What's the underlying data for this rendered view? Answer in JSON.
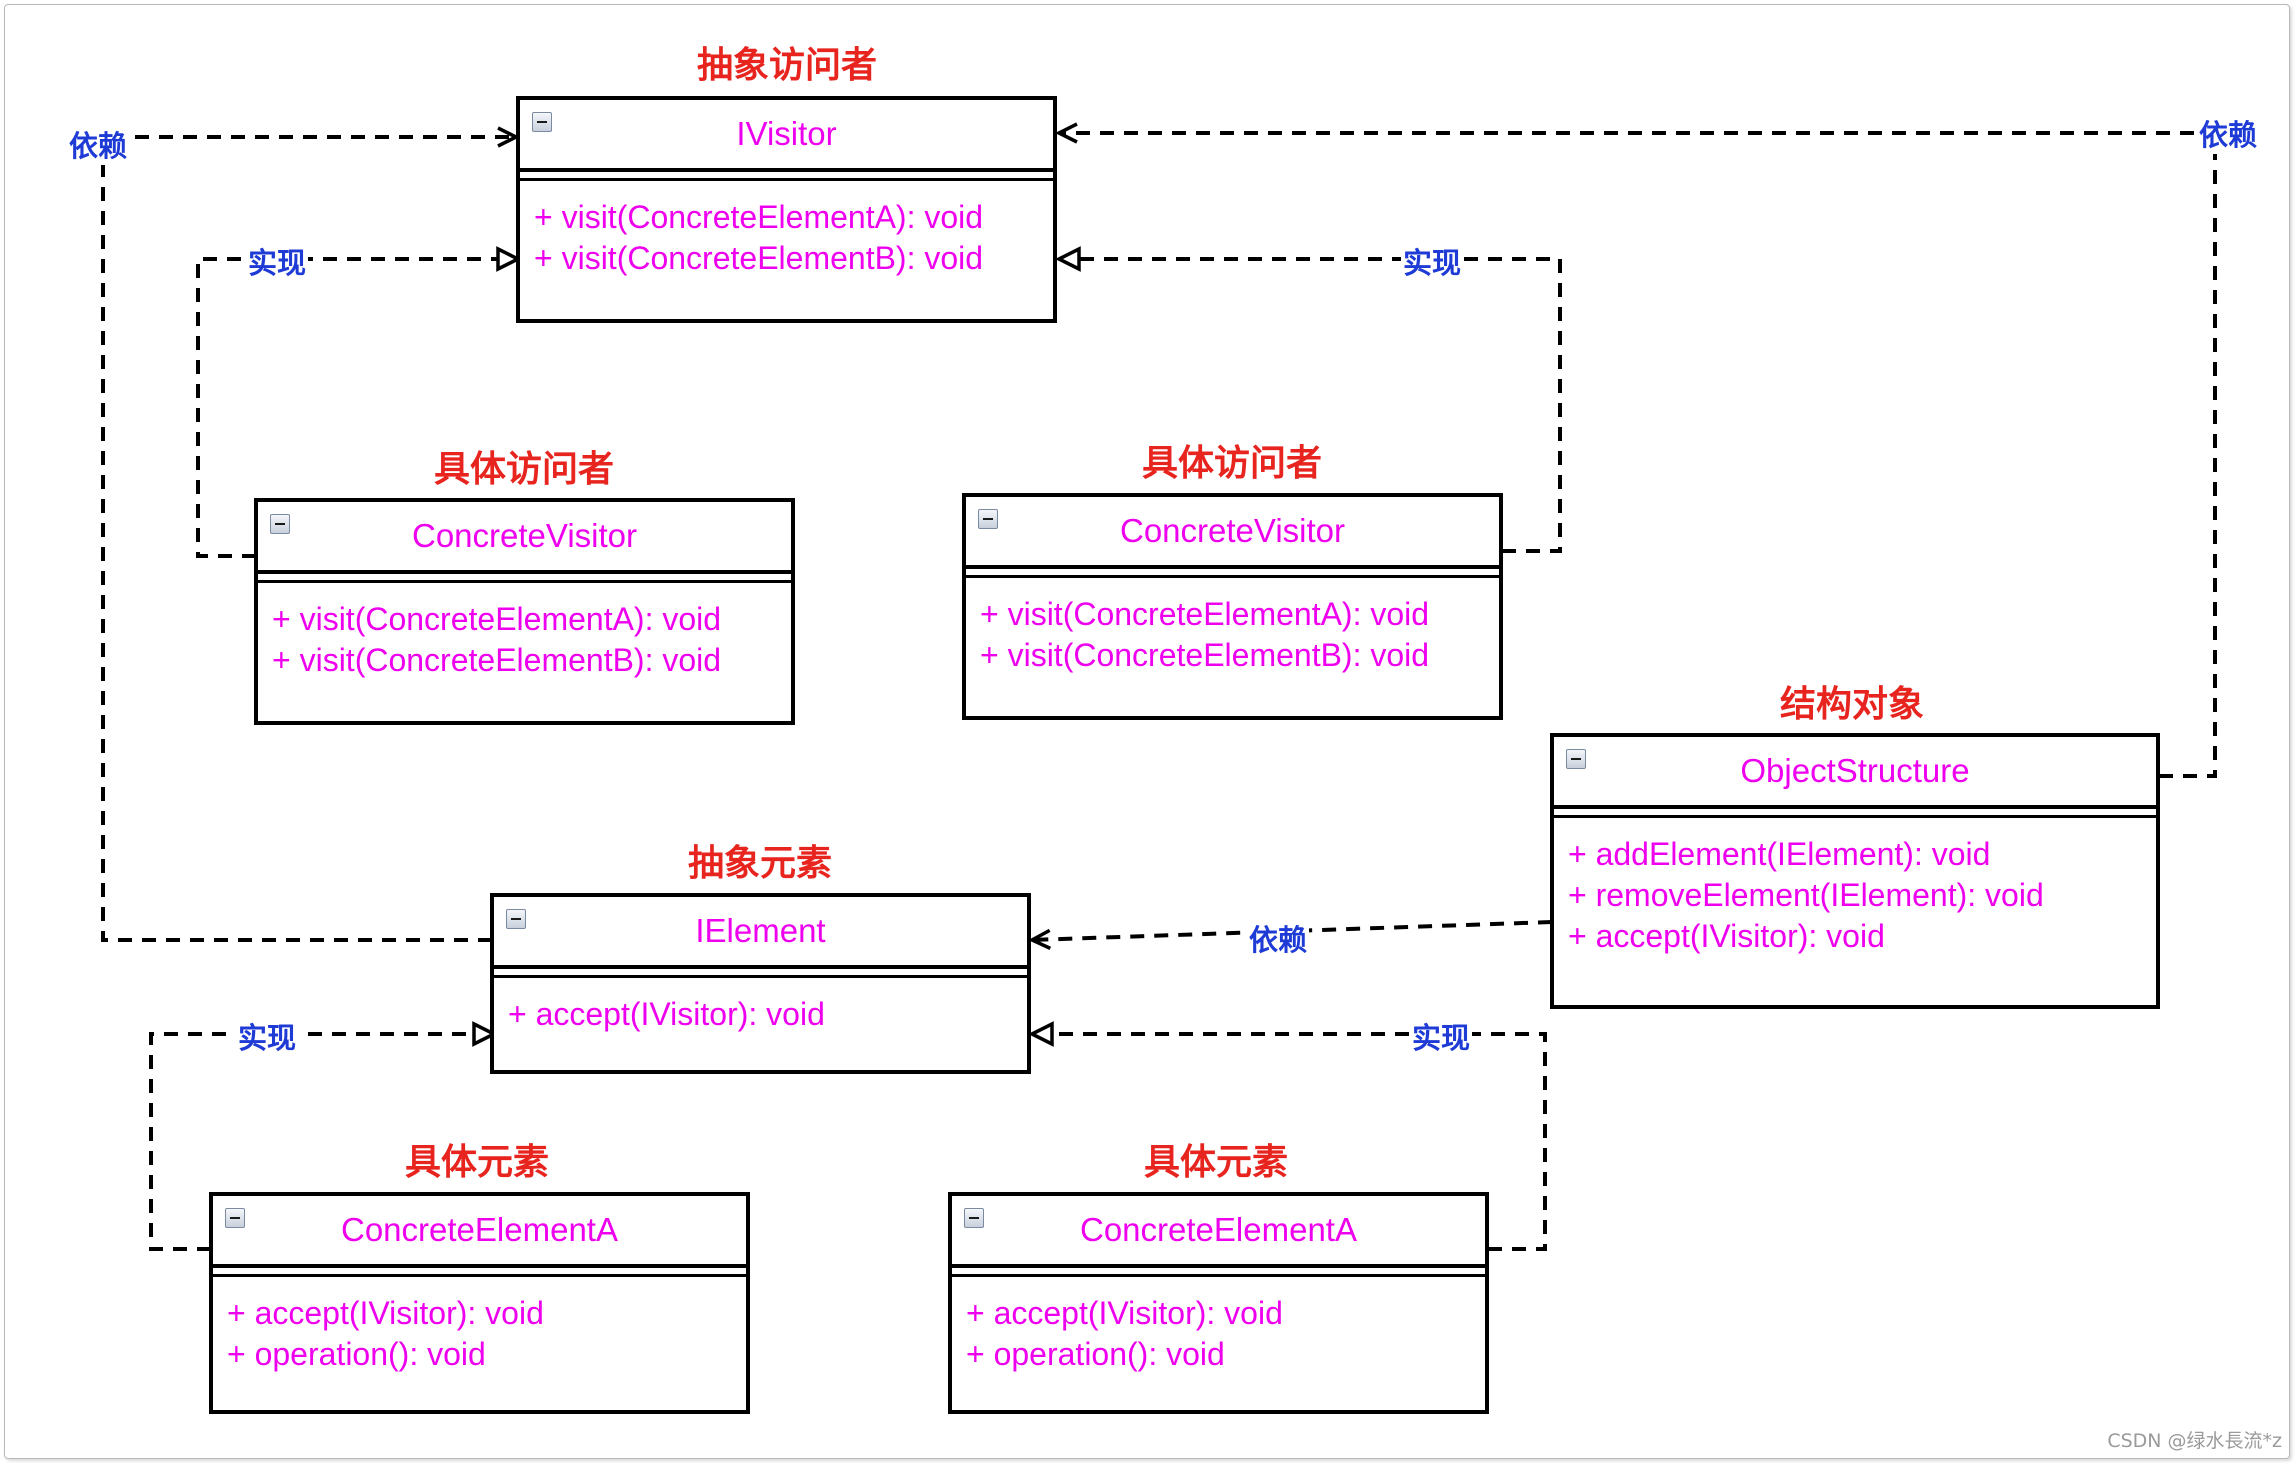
{
  "titles": {
    "abstract_visitor": "抽象访问者",
    "concrete_visitor_1": "具体访问者",
    "concrete_visitor_2": "具体访问者",
    "object_structure": "结构对象",
    "abstract_element": "抽象元素",
    "concrete_element_1": "具体元素",
    "concrete_element_2": "具体元素"
  },
  "classes": {
    "ivisitor": {
      "name": "IVisitor",
      "ops": [
        "+ visit(ConcreteElementA): void",
        "+ visit(ConcreteElementB): void"
      ]
    },
    "concrete_visitor_1": {
      "name": "ConcreteVisitor",
      "ops": [
        "+ visit(ConcreteElementA): void",
        "+ visit(ConcreteElementB): void"
      ]
    },
    "concrete_visitor_2": {
      "name": "ConcreteVisitor",
      "ops": [
        "+ visit(ConcreteElementA): void",
        "+ visit(ConcreteElementB): void"
      ]
    },
    "object_structure": {
      "name": "ObjectStructure",
      "ops": [
        "+ addElement(IElement): void",
        "+ removeElement(IElement): void",
        "+ accept(IVisitor): void"
      ]
    },
    "ielement": {
      "name": "IElement",
      "ops": [
        "+ accept(IVisitor): void"
      ]
    },
    "concrete_element_1": {
      "name": "ConcreteElementA",
      "ops": [
        "+ accept(IVisitor): void",
        "+ operation(): void"
      ]
    },
    "concrete_element_2": {
      "name": "ConcreteElementA",
      "ops": [
        "+ accept(IVisitor): void",
        "+ operation(): void"
      ]
    }
  },
  "relations": {
    "depend_left": "依赖",
    "depend_right": "依赖",
    "depend_mid": "依赖",
    "impl_cv1": "实现",
    "impl_cv2": "实现",
    "impl_ce1": "实现",
    "impl_ce2": "实现"
  },
  "watermark": "CSDN @绿水長流*z",
  "colors": {
    "class_text": "#ee00ee",
    "title_text": "#e8241f",
    "relation_label": "#1f3bd6",
    "lines": "#000000"
  }
}
